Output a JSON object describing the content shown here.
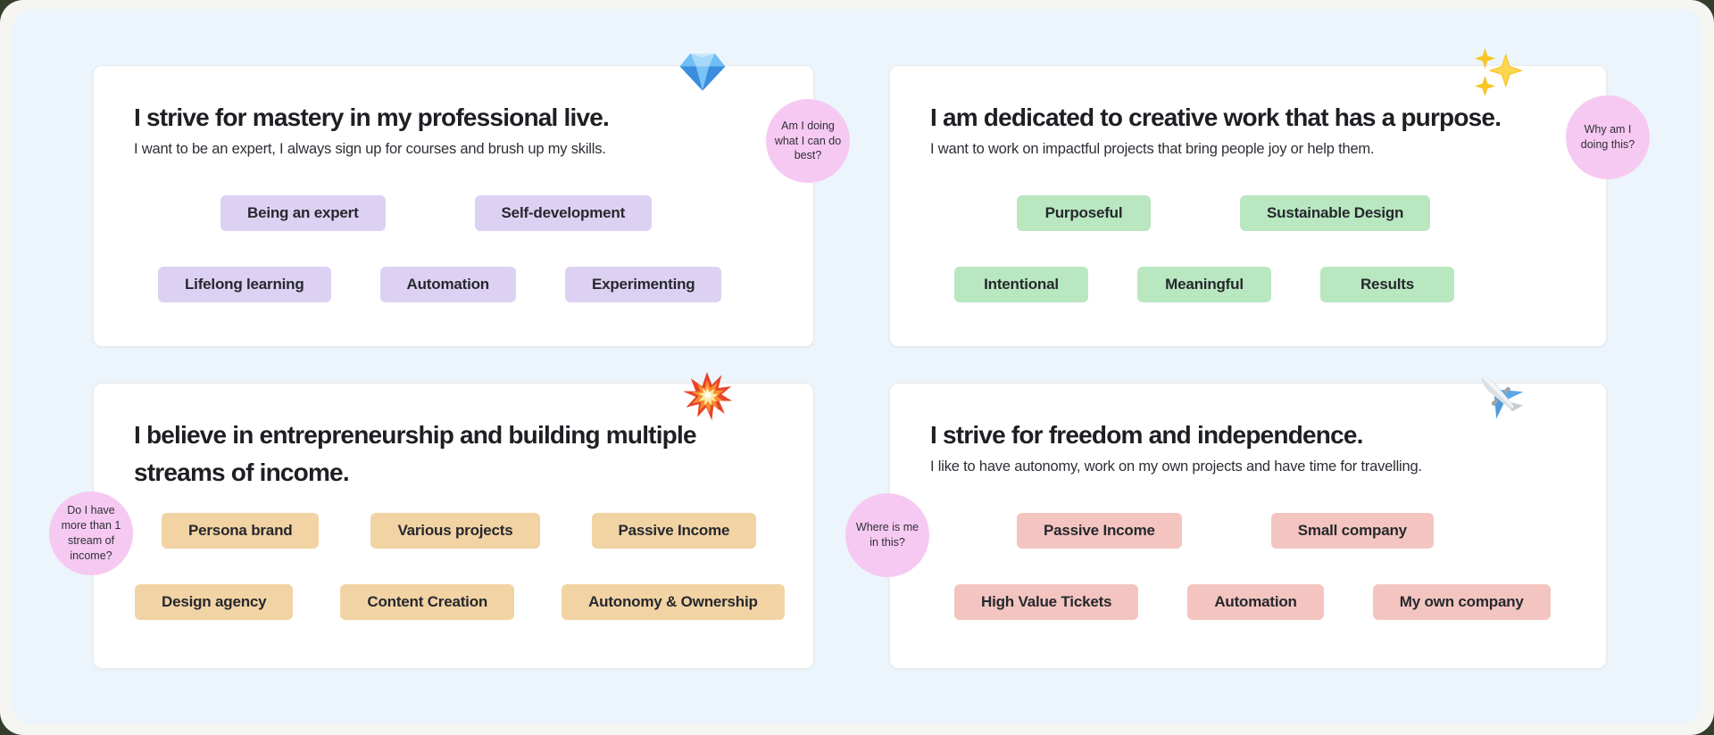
{
  "board": {
    "canvas_color": "#ecf5fc",
    "card_color": "#ffffff",
    "note_color": "#f6c9f2"
  },
  "cards": [
    {
      "title": "I strive for mastery in my professional live.",
      "subtitle": "I want to be an expert, I always sign up for courses and brush up my skills.",
      "icon": "gem-emoji",
      "tag_color": "#ddd1f3",
      "tags": [
        "Being an expert",
        "Self-development",
        "Lifelong learning",
        "Automation",
        "Experimenting"
      ],
      "note": "Am I doing what I can do best?"
    },
    {
      "title": "I am dedicated to creative work that has a purpose.",
      "subtitle": "I want to work on impactful projects that bring people joy or help them.",
      "icon": "sparkles-emoji",
      "tag_color": "#b9e7c0",
      "tags": [
        "Purposeful",
        "Sustainable Design",
        "Intentional",
        "Meaningful",
        "Results"
      ],
      "note": "Why am I doing this?"
    },
    {
      "title": "I believe in entrepreneurship and building multiple streams of income.",
      "subtitle": "",
      "icon": "collision-emoji",
      "tag_color": "#f2d3a4",
      "tags": [
        "Persona brand",
        "Various projects",
        "Passive Income",
        "Design agency",
        "Content Creation",
        "Autonomy & Ownership"
      ],
      "note": "Do I have more than 1 stream of income?"
    },
    {
      "title": "I strive for freedom and independence.",
      "subtitle": "I like to have autonomy, work on my own projects and have time for travelling.",
      "icon": "airplane-emoji",
      "tag_color": "#f4c5c0",
      "tags": [
        "Passive Income",
        "Small company",
        "High Value Tickets",
        "Automation",
        "My own company"
      ],
      "note": "Where is me in this?"
    }
  ]
}
